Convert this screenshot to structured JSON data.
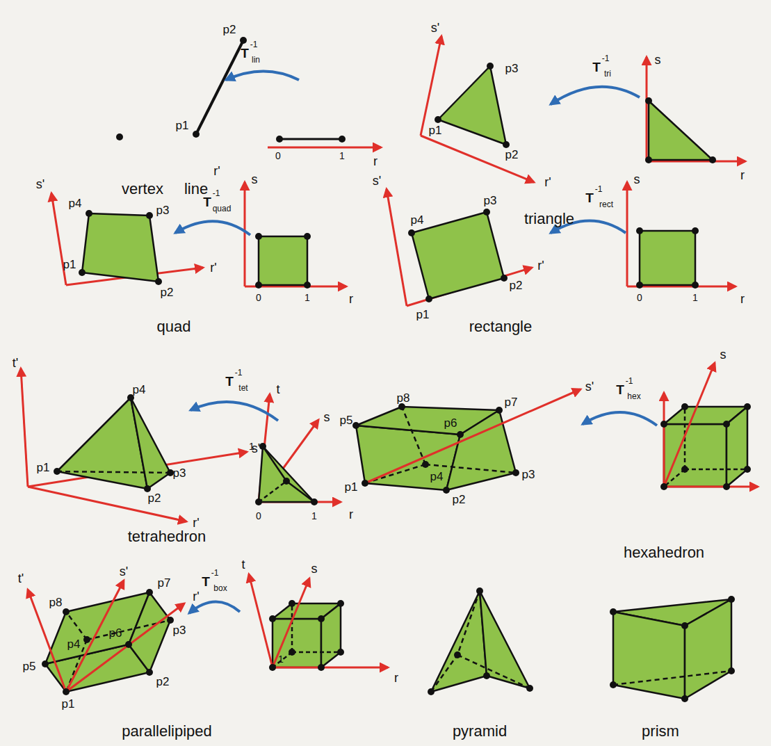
{
  "diagram": {
    "labels": [
      "vertex",
      "p1",
      "p2",
      "0",
      "1",
      "r",
      "r'",
      "T",
      "-1",
      "lin",
      "line",
      "s'",
      "p3",
      "p1",
      "p2",
      "r'",
      "T",
      "-1",
      "tri",
      "s",
      "r",
      "triangle",
      "s'",
      "p4",
      "p3",
      "p1",
      "p2",
      "r'",
      "T",
      "-1",
      "quad",
      "s",
      "0",
      "1",
      "r",
      "quad",
      "s'",
      "p4",
      "p3",
      "p2",
      "p1",
      "r'",
      "T",
      "-1",
      "rect",
      "s",
      "0",
      "1",
      "r",
      "rectangle",
      "t'",
      "p4",
      "p1",
      "p3",
      "s'",
      "p2",
      "r'",
      "T",
      "-1",
      "tet",
      "t",
      "s",
      "0",
      "1",
      "1",
      "r",
      "tetrahedron",
      "p8",
      "p7",
      "p5",
      "p6",
      "s'",
      "p4",
      "p3",
      "p1",
      "p2",
      "T",
      "-1",
      "hex",
      "s",
      "hexahedron",
      "t'",
      "p8",
      "s'",
      "p7",
      "p6",
      "p3",
      "p4",
      "p5",
      "p2",
      "p1",
      "r'",
      "T",
      "-1",
      "box",
      "t",
      "s",
      "1",
      "r",
      "parallelipiped",
      "pyramid",
      "prism"
    ]
  }
}
